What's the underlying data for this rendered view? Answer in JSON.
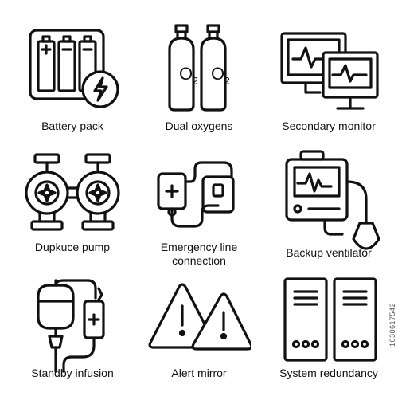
{
  "icons": [
    {
      "label": "Battery pack",
      "icon": "battery-pack-icon"
    },
    {
      "label": "Dual oxygens",
      "icon": "oxygen-tanks-icon",
      "tank_text": "O",
      "tank_sub": "2"
    },
    {
      "label": "Secondary monitor",
      "icon": "dual-monitor-icon"
    },
    {
      "label": "Dupkuce pump",
      "icon": "dual-pump-icon"
    },
    {
      "label_line1": "Emergency line",
      "label_line2": "connection",
      "icon": "emergency-line-icon"
    },
    {
      "label": "Backup ventilator",
      "icon": "ventilator-icon"
    },
    {
      "label": "Standby infusion",
      "icon": "infusion-bag-icon"
    },
    {
      "label": "Alert mirror",
      "icon": "warning-triangles-icon"
    },
    {
      "label": "System redundancy",
      "icon": "server-racks-icon"
    }
  ],
  "stock_id": "1630617542",
  "colors": {
    "stroke": "#111111",
    "background": "#ffffff"
  }
}
